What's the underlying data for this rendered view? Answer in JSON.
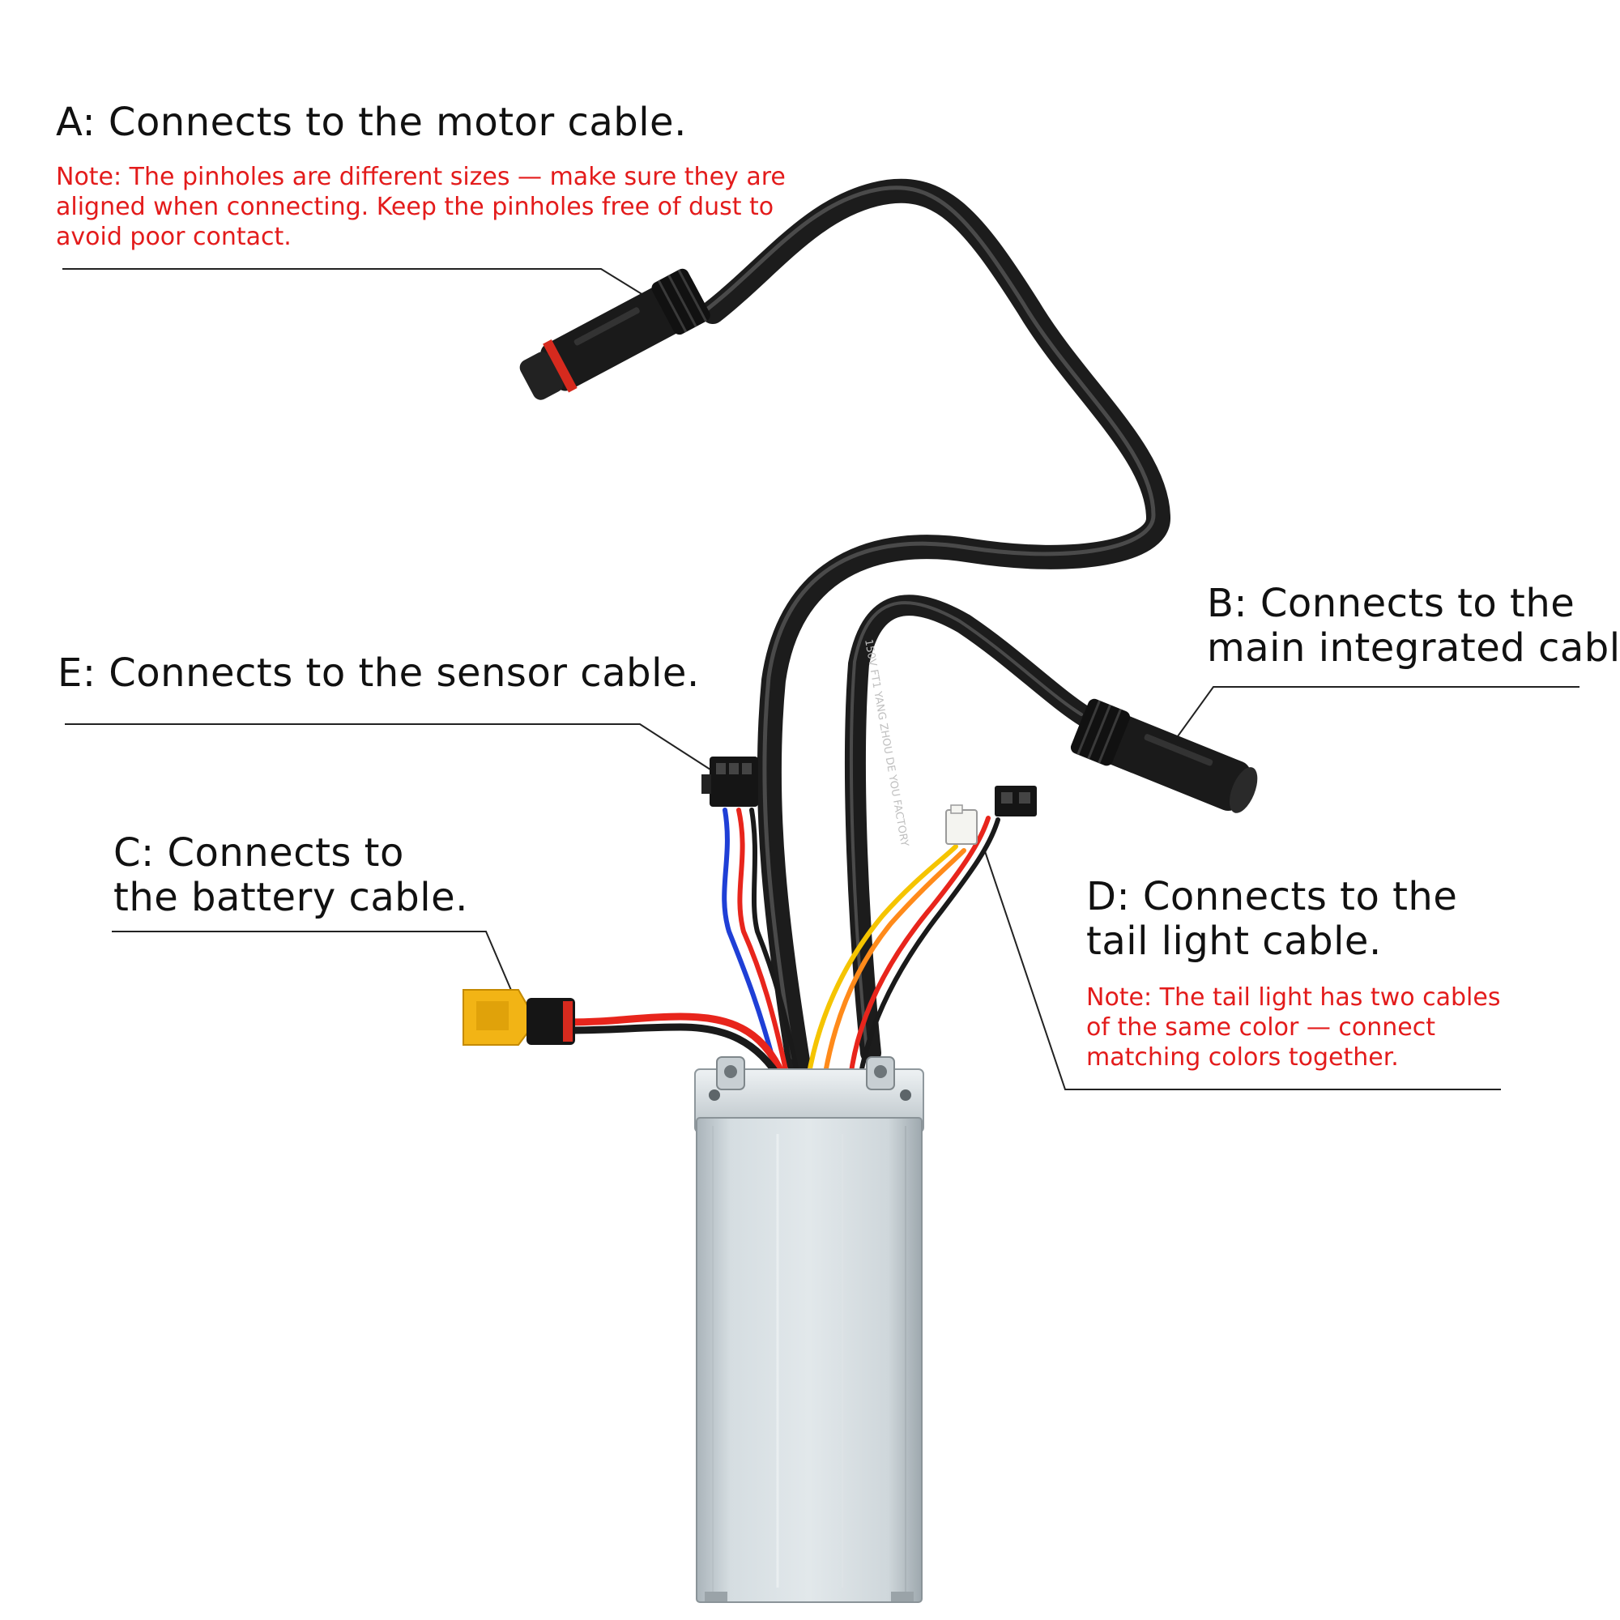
{
  "labels": {
    "a": {
      "line1": "A: Connects to the motor cable."
    },
    "a_note": {
      "line1": "Note: The pinholes are different sizes — make sure they are",
      "line2": "aligned when connecting. Keep the pinholes free of dust to",
      "line3": "avoid poor contact."
    },
    "b": {
      "line1": "B:  Connects to the",
      "line2": "main integrated cable"
    },
    "e": {
      "line1": "E:  Connects to the sensor cable."
    },
    "c": {
      "line1": "C:  Connects to",
      "line2": "the battery cable."
    },
    "d": {
      "line1": "D:  Connects to the",
      "line2": "tail light cable."
    },
    "d_note": {
      "line1": "Note: The tail light has two cables",
      "line2": "of the same color — connect",
      "line3": "matching colors together."
    }
  },
  "cable_print": "150V  FT1  YANG  ZHOU  DE  YOU  FACTORY",
  "colors": {
    "label_text": "#111111",
    "note_text": "#e31b1b",
    "cable_black": "#1c1c1c",
    "wire_red": "#e8251c",
    "wire_blue": "#1f3fd6",
    "wire_orange": "#ff8a1a",
    "wire_yellow": "#f5c400",
    "battery_plug": "#f2b415",
    "controller_body": "#c9d3d8",
    "leader_line": "#222222"
  }
}
